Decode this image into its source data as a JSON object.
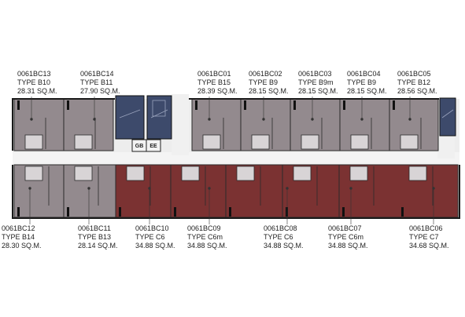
{
  "colors": {
    "type_b_unit": "#938a8e",
    "type_c_unit": "#7b3232",
    "service_core": "#3d4a6b",
    "corridor": "#e9e9e9",
    "wall": "#222222"
  },
  "top_units": [
    {
      "code": "0061BC13",
      "type": "TYPE B10",
      "area": "28.31 SQ.M."
    },
    {
      "code": "0061BC14",
      "type": "TYPE B11",
      "area": "27.90 SQ.M."
    },
    {
      "code": "0061BC01",
      "type": "TYPE B15",
      "area": "28.39 SQ.M."
    },
    {
      "code": "0061BC02",
      "type": "TYPE B9",
      "area": "28.15 SQ.M."
    },
    {
      "code": "0061BC03",
      "type": "TYPE B9m",
      "area": "28.15 SQ.M."
    },
    {
      "code": "0061BC04",
      "type": "TYPE B9",
      "area": "28.15 SQ.M."
    },
    {
      "code": "0061BC05",
      "type": "TYPE B12",
      "area": "28.56 SQ.M."
    }
  ],
  "bottom_units": [
    {
      "code": "0061BC12",
      "type": "TYPE B14",
      "area": "28.30 SQ.M."
    },
    {
      "code": "0061BC11",
      "type": "TYPE B13",
      "area": "28.14 SQ.M."
    },
    {
      "code": "0061BC10",
      "type": "TYPE C6",
      "area": "34.88 SQ.M."
    },
    {
      "code": "0061BC09",
      "type": "TYPE C6m",
      "area": "34.88 SQ.M."
    },
    {
      "code": "0061BC08",
      "type": "TYPE C6",
      "area": "34.88 SQ.M."
    },
    {
      "code": "0061BC07",
      "type": "TYPE C6m",
      "area": "34.88 SQ.M."
    },
    {
      "code": "0061BC06",
      "type": "TYPE C7",
      "area": "34.68 SQ.M."
    }
  ],
  "rooms": {
    "gb": "GB",
    "ee": "EE"
  }
}
